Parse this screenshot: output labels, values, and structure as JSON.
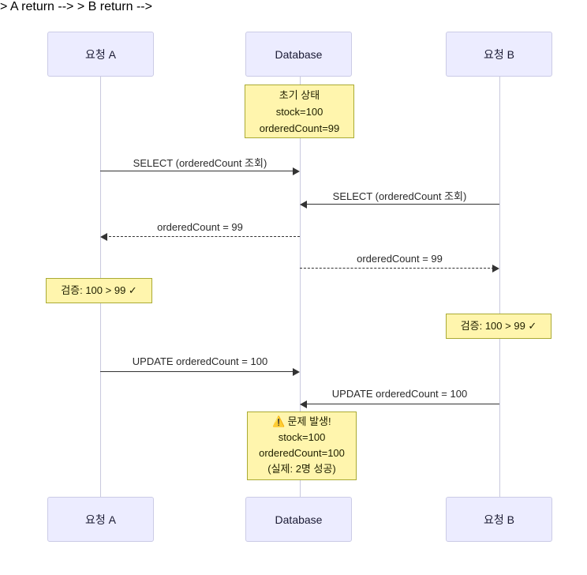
{
  "actors": {
    "request_a": "요청 A",
    "database": "Database",
    "request_b": "요청 B"
  },
  "messages": {
    "select_a": "SELECT (orderedCount 조회)",
    "select_b": "SELECT (orderedCount 조회)",
    "return_a": "orderedCount = 99",
    "return_b": "orderedCount = 99",
    "update_a": "UPDATE orderedCount = 100",
    "update_b": "UPDATE orderedCount = 100"
  },
  "notes": {
    "initial": {
      "line1": "초기 상태",
      "line2": "stock=100",
      "line3": "orderedCount=99"
    },
    "verify_a": "검증: 100 > 99 ✓",
    "verify_b": "검증: 100 > 99 ✓",
    "problem": {
      "icon": "⚠️",
      "title": "문제 발생!",
      "line2": "stock=100",
      "line3": "orderedCount=100",
      "line4": "(실제: 2명 성공)"
    }
  },
  "colors": {
    "actor_fill": "#ECECFF",
    "actor_border": "#CBCBE6",
    "note_fill": "#FFF5AD",
    "note_border": "#AAAA33",
    "message_line": "#333333",
    "lifeline": "#C9C9DE"
  }
}
